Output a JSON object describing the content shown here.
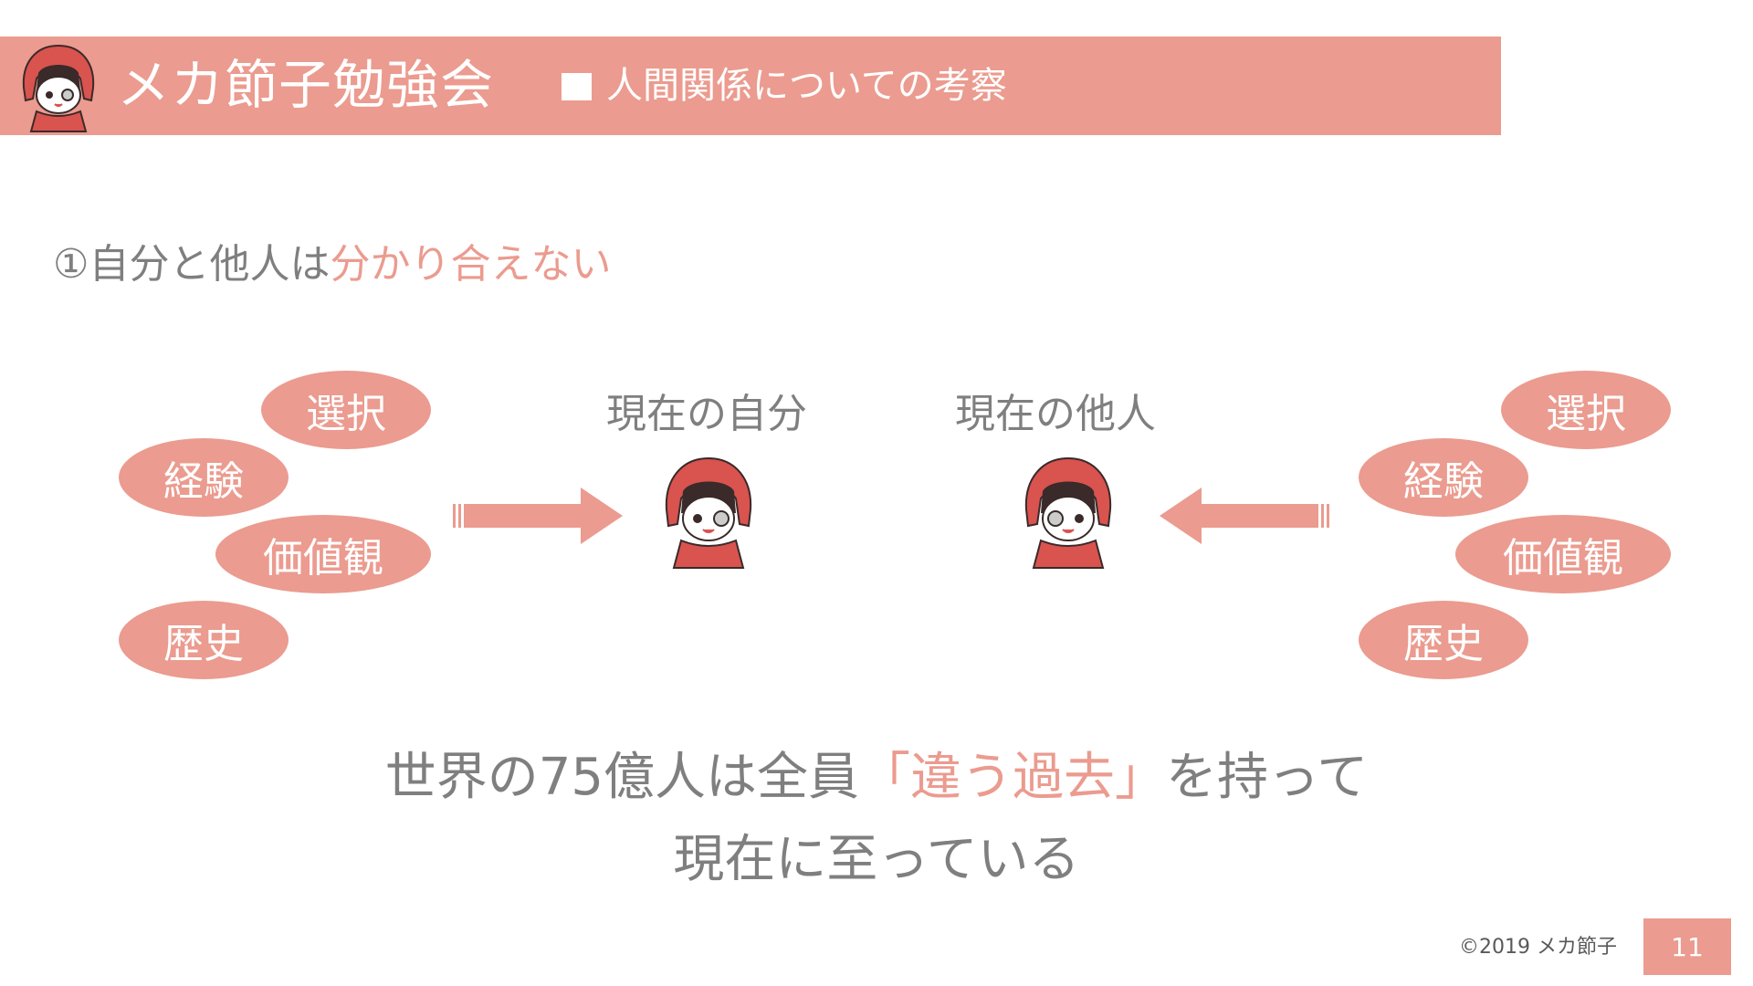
{
  "header": {
    "brand": "メカ節子勉強会",
    "subtitle": "人間関係についての考察"
  },
  "section": {
    "number": "①",
    "heading_plain": "自分と他人は",
    "heading_accent": "分かり合えない"
  },
  "left_factors": [
    "選択",
    "経験",
    "価値観",
    "歴史"
  ],
  "right_factors": [
    "選択",
    "経験",
    "価値観",
    "歴史"
  ],
  "self_label": "現在の自分",
  "other_label": "現在の他人",
  "summary": {
    "line1_before": "世界の75億人は全員",
    "line1_accent": "「違う過去」",
    "line1_after": "を持って",
    "line2": "現在に至っている"
  },
  "footer": {
    "copyright": "©2019 メカ節子",
    "page_number": "11"
  },
  "colors": {
    "accent": "#eb9b8f",
    "text": "#7f7f7f",
    "hood": "#d9534f"
  }
}
